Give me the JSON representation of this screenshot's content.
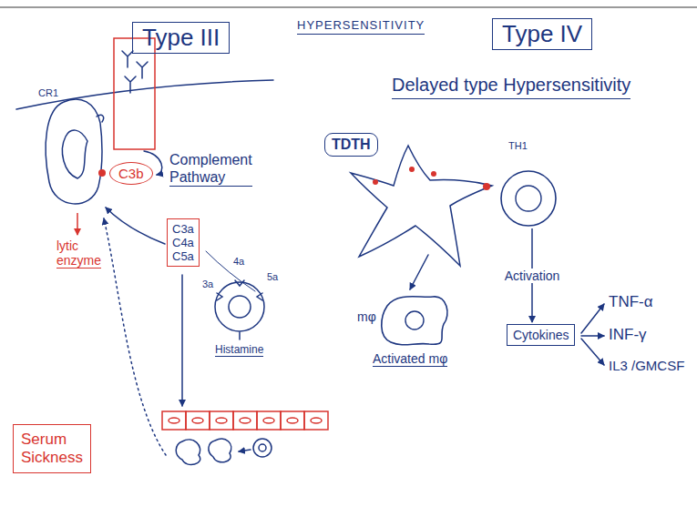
{
  "diagram": {
    "title": "HYPERSENSITIVITY",
    "nodes": [
      {
        "text": [
          "Type III"
        ]
      },
      {
        "text": [
          "Type IV"
        ]
      },
      {
        "text": [
          "TDTH"
        ]
      },
      {
        "text": [
          "C3b"
        ]
      },
      {
        "text": [
          "C3a C4a C5a"
        ]
      },
      {
        "text": [
          "Serum Sickness"
        ]
      },
      {
        "text": [
          "TH1"
        ]
      },
      {
        "text": [
          "Cytokines"
        ]
      },
      {
        "text": [
          "Activated mφ"
        ]
      }
    ],
    "edges": [
      {
        "from": 6,
        "to": 7,
        "arrow": "to",
        "label": "Activation"
      }
    ],
    "labels": [
      "Delayed type Hypersensitivity",
      "Complement Pathway",
      "CR1",
      "lytic enzyme",
      "4a",
      "5a",
      "3a",
      "Histamine",
      "mφ",
      "TNF-α",
      "INF-γ",
      "IL3 /GMCSF"
    ]
  }
}
